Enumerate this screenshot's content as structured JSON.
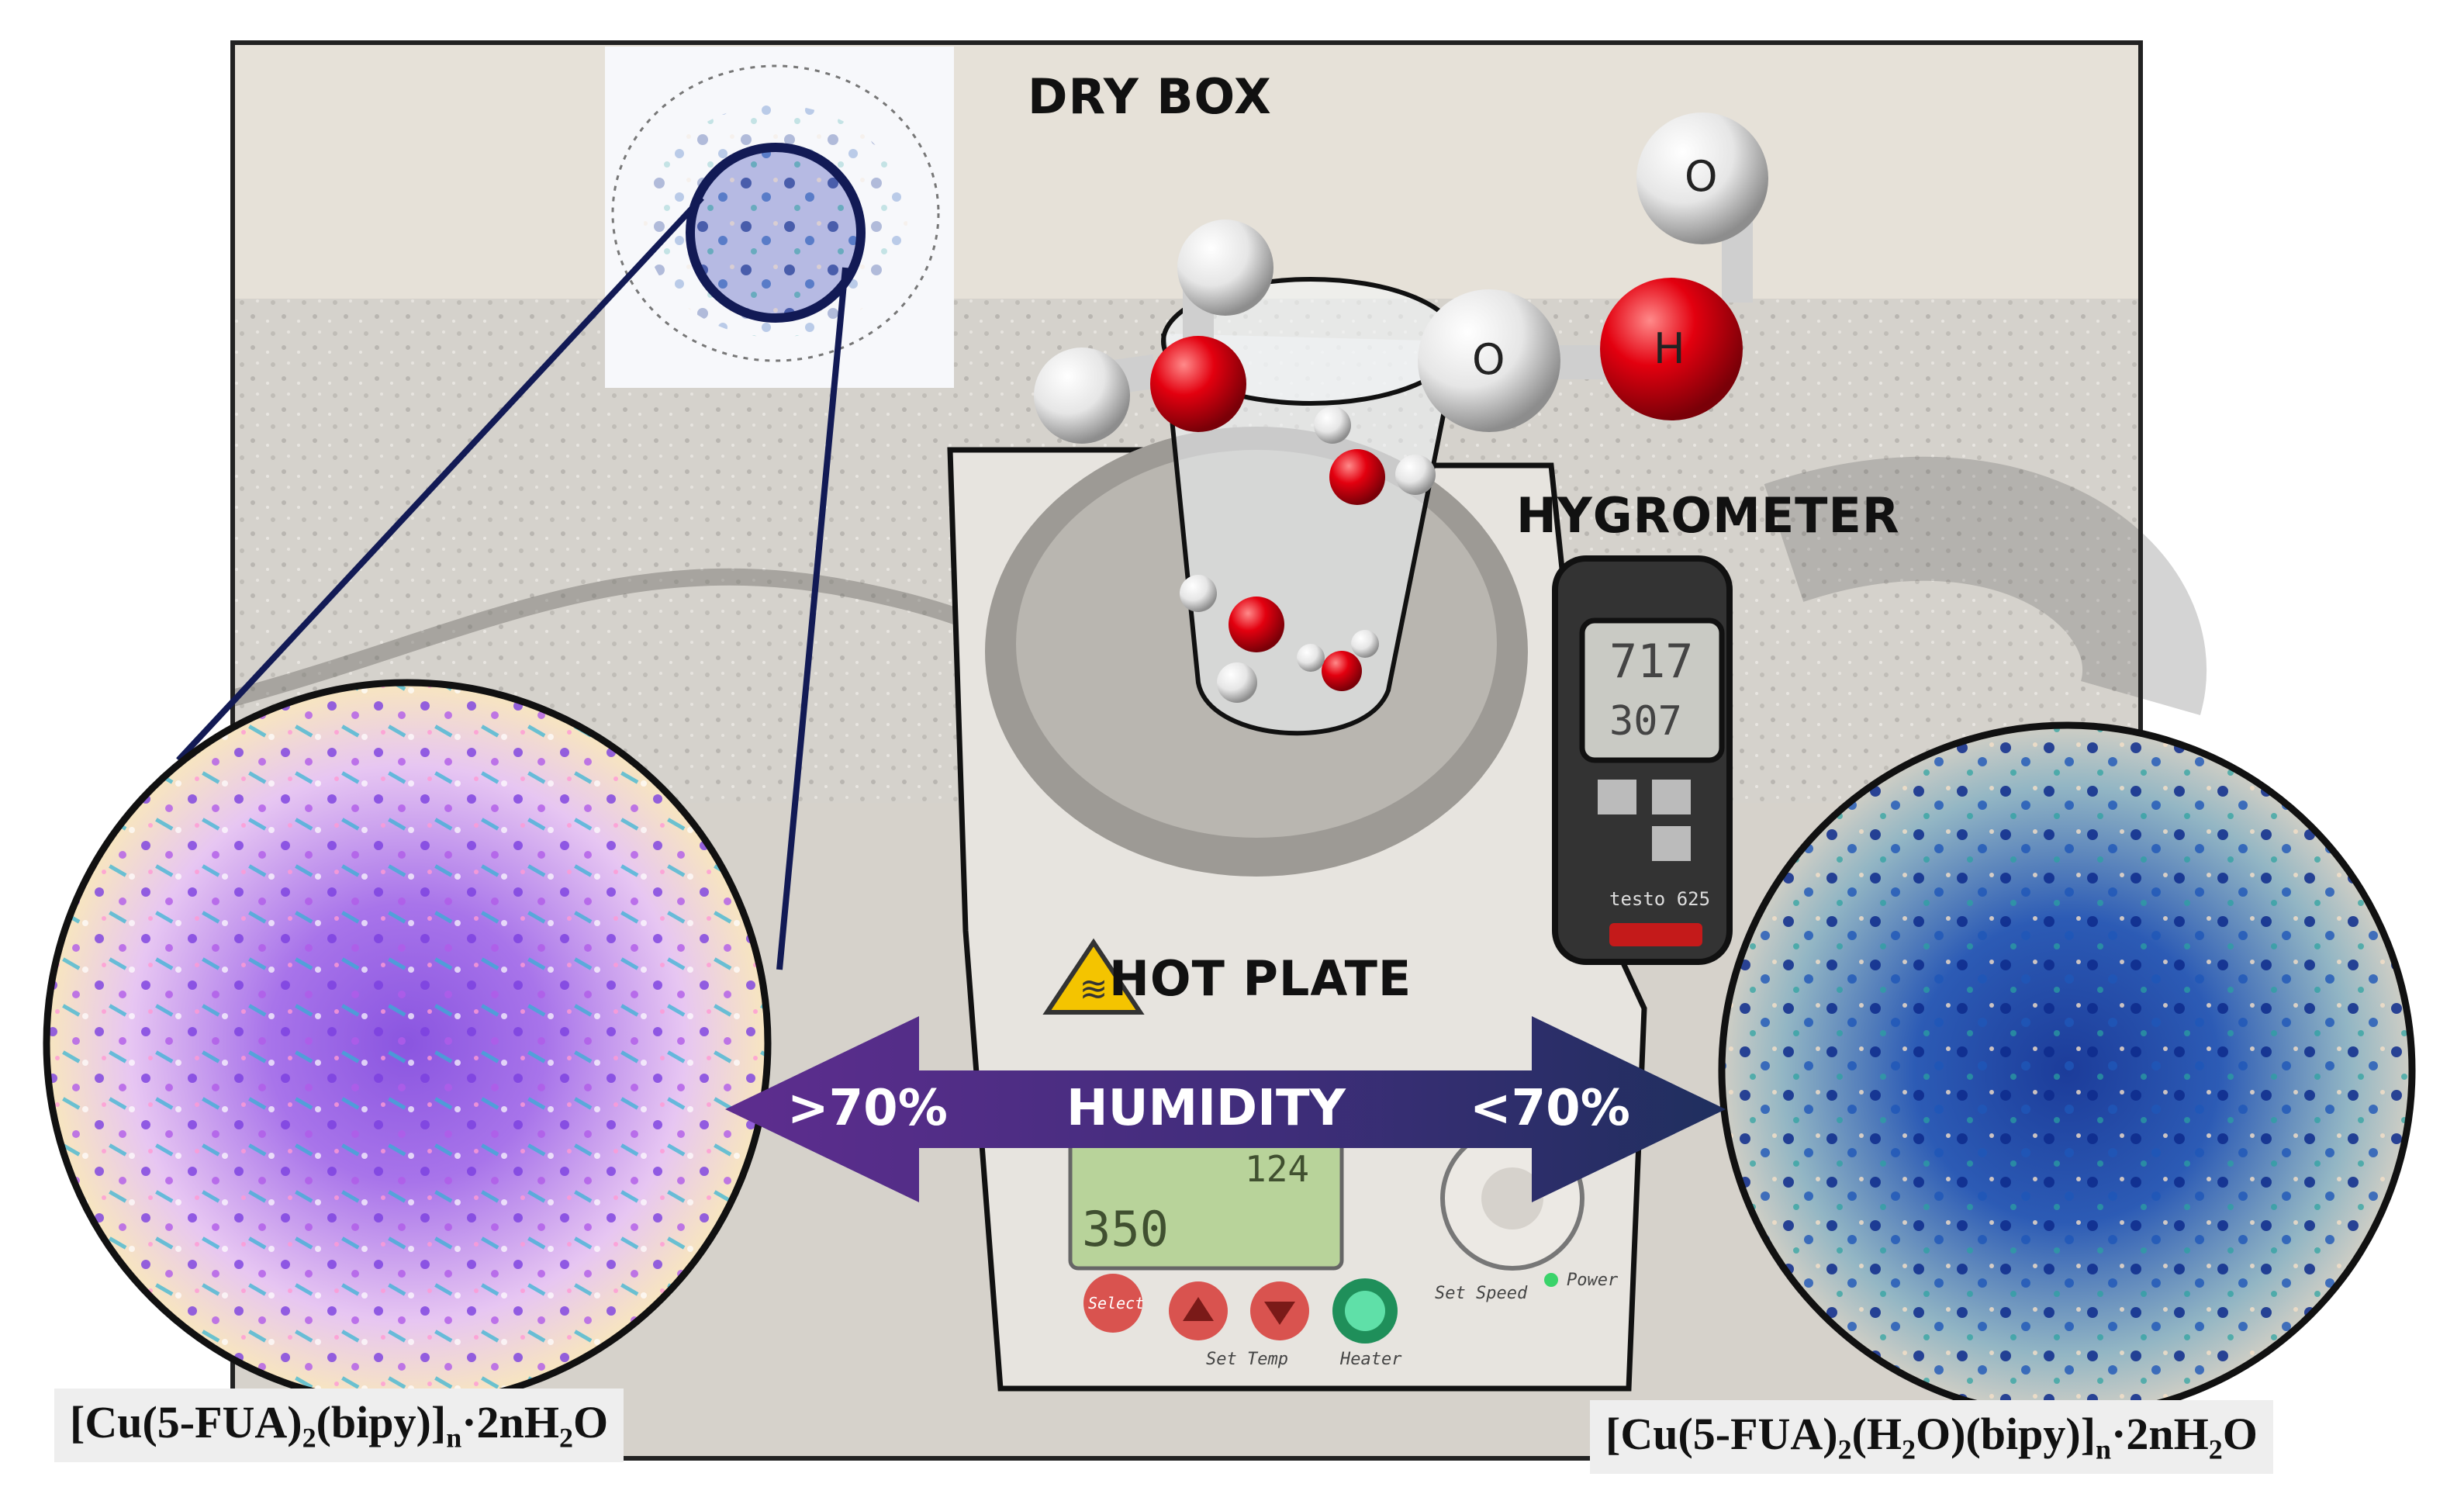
{
  "labels": {
    "dry_box": "DRY BOX",
    "hygrometer": "HYGROMETER",
    "hot_plate": "HOT PLATE",
    "humidity": "HUMIDITY",
    "high": ">70%",
    "low": "<70%"
  },
  "molecule_atoms": {
    "o": "O",
    "h": "H"
  },
  "formulas": {
    "left": {
      "main": "[Cu(5-FUA)",
      "sub1": "2",
      "mid": "(bipy)]",
      "sub2": "n",
      "tail": "·2nH",
      "sub3": "2",
      "end": "O"
    },
    "right": {
      "main": "[Cu(5-FUA)",
      "sub1": "2",
      "mid": "(H",
      "sub2": "2",
      "mid2": "O)(bipy)]",
      "sub3": "n",
      "tail": "·2nH",
      "sub4": "2",
      "end": "O"
    }
  },
  "hygrometer_display": {
    "line1": "717",
    "line2": "307",
    "brand": "testo 625"
  },
  "hotplate_display": {
    "line1": "124",
    "line2": "350",
    "btn_select": "Select",
    "btn_heater": "Heater",
    "set_temp": "Set Temp",
    "set_speed": "Set Speed",
    "power": "Power"
  },
  "colors": {
    "arrow_left": "#5e2d8f",
    "arrow_right": "#1f2f5e",
    "oxygen_red": "#e3000f",
    "hydrogen_white": "#f2f2f2"
  }
}
